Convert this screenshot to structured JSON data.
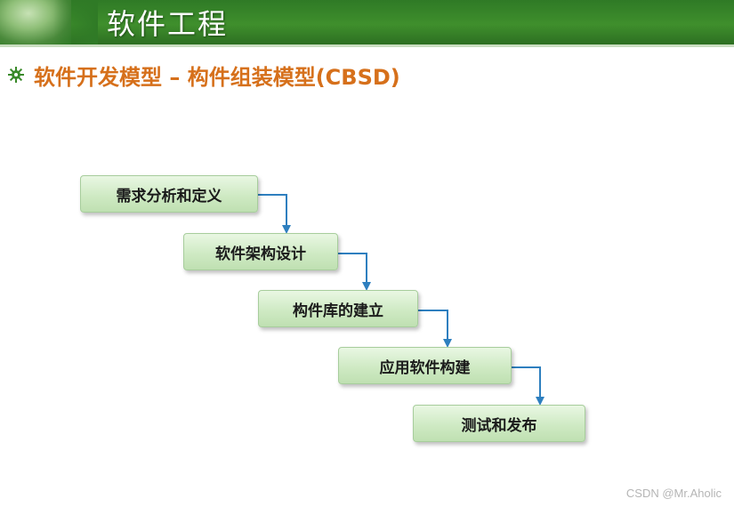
{
  "header": {
    "title": "软件工程"
  },
  "subtitle": "软件开发模型 – 构件组装模型(CBSD)",
  "steps": [
    {
      "label": "需求分析和定义"
    },
    {
      "label": "软件架构设计"
    },
    {
      "label": "构件库的建立"
    },
    {
      "label": "应用软件构建"
    },
    {
      "label": "测试和发布"
    }
  ],
  "watermark": "CSDN @Mr.Aholic",
  "colors": {
    "header_green": "#3f8f2c",
    "subtitle_orange": "#d6701b",
    "box_green": "#cfeac4",
    "arrow_blue": "#2e7fbf"
  },
  "icons": {
    "bullet": "green-gear-bullet-icon",
    "arrow": "arrow-down-icon"
  }
}
